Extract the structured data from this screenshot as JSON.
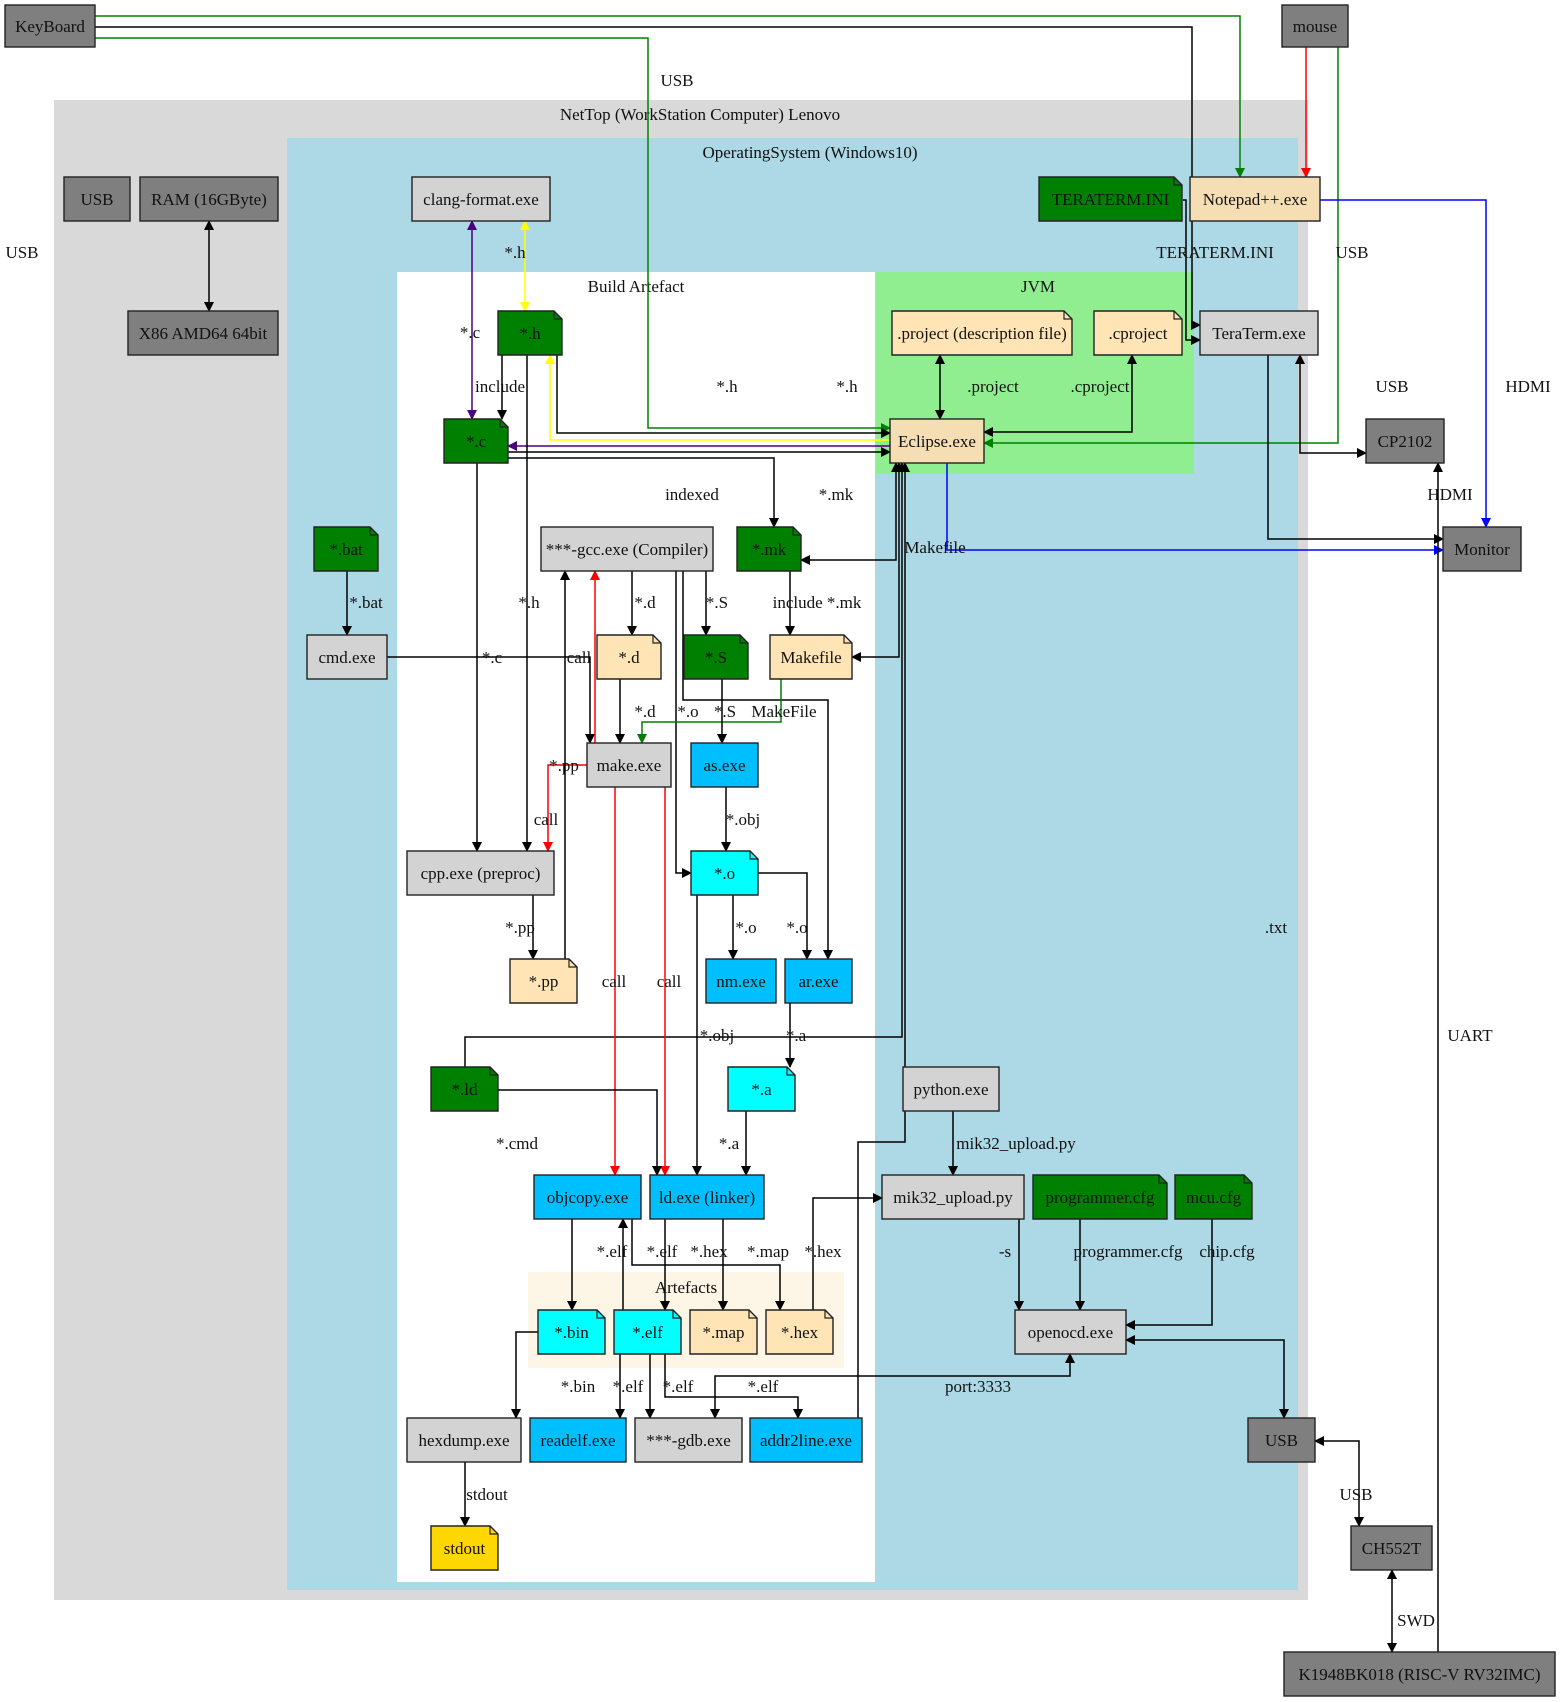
{
  "clusters": {
    "nettop": {
      "label": "NetTop (WorkStation Computer) Lenovo",
      "color": "#d9d9d9"
    },
    "os": {
      "label": "OperatingSystem (Windows10)",
      "color": "#add8e6"
    },
    "build": {
      "label": "Build Artefact",
      "color": "#ffffff"
    },
    "jvm": {
      "label": "JVM",
      "color": "#90ee90"
    },
    "artefacts": {
      "label": "Artefacts",
      "color": "#fdf5e6"
    }
  },
  "colors": {
    "hardware": "#7f7f7f",
    "exe_gray": "#d3d3d3",
    "source_green": "#008000",
    "config_wheat": "#ffe4b5",
    "tool_blue": "#00bfff",
    "object_cyan": "#00ffff",
    "stdout_gold": "#ffd700",
    "eclipse": "#f5deb3"
  },
  "nodes": {
    "keyboard": "KeyBoard",
    "mouse": "mouse",
    "usb_host": "USB",
    "ram": "RAM (16GByte)",
    "cpu": "X86 AMD64 64bit",
    "clang_format": "clang-format.exe",
    "teraterm_ini": "TERATERM.INI",
    "notepadpp": "Notepad++.exe",
    "h_file": "*.h",
    "c_file": "*.c",
    "project_file": ".project (description file)",
    "cproject_file": ".cproject",
    "teraterm": "TeraTerm.exe",
    "eclipse": "Eclipse.exe",
    "cp2102": "CP2102",
    "monitor": "Monitor",
    "bat_file": "*.bat",
    "gcc": "***-gcc.exe (Compiler)",
    "mk_file": "*.mk",
    "cmd": "cmd.exe",
    "d_file": "*.d",
    "s_file": "*.S",
    "makefile": "Makefile",
    "make": "make.exe",
    "as": "as.exe",
    "cpp": "cpp.exe (preproc)",
    "o_file": "*.o",
    "pp_file": "*.pp",
    "nm": "nm.exe",
    "ar": "ar.exe",
    "ld_file": "*.ld",
    "a_file": "*.a",
    "python": "python.exe",
    "objcopy": "objcopy.exe",
    "ld": "ld.exe (linker)",
    "mik32_upload": "mik32_upload.py",
    "programmer_cfg": "programmer.cfg",
    "mcu_cfg": "mcu.cfg",
    "bin_file": "*.bin",
    "elf_file": "*.elf",
    "map_file": "*.map",
    "hex_file": "*.hex",
    "openocd": "openocd.exe",
    "hexdump": "hexdump.exe",
    "readelf": "readelf.exe",
    "gdb": "***-gdb.exe",
    "addr2line": "addr2line.exe",
    "usb_dev": "USB",
    "stdout": "stdout",
    "ch552t": "CH552T",
    "mcu": "K1948BK018  (RISC-V RV32IMC)"
  },
  "edge_labels": {
    "usb_top": "USB",
    "usb_left": "USB",
    "teraterm_ini": "TERATERM.INI",
    "usb_right": "USB",
    "h_to_h": "*.h",
    "c_to_clang": "*.c",
    "include": "include",
    "h_eclipse_1": "*.h",
    "h_eclipse_2": "*.h",
    "project": ".project",
    "cproject": ".cproject",
    "usb_cp2102": "USB",
    "hdmi_right": "HDMI",
    "hdmi_cp": "HDMI",
    "indexed": "indexed",
    "mk": "*.mk",
    "makefile_lbl": "Makefile",
    "bat": "*.bat",
    "h_cpp": "*.h",
    "d_lbl": "*.d",
    "S_lbl": "*.S",
    "include_mk": "include *.mk",
    "c_cpp": "*.c",
    "call_cmd": "call",
    "d_make": "*.d",
    "o_lbl": "*.o",
    "S_as": "*.S",
    "makefile_make": "MakeFile",
    "pp_make": "*.pp",
    "call_cpp": "call",
    "obj_as": "*.obj",
    "pp_cpp": "*.pp",
    "o_nm": "*.o",
    "o_ar": "*.o",
    "call_objcopy": "call",
    "call_ld": "call",
    "txt": ".txt",
    "obj_ld": "*.obj",
    "a_ar": "*.a",
    "uart": "UART",
    "cmd_ld": "*.cmd",
    "a_ld": "*.a",
    "mik32_py": "mik32_upload.py",
    "elf_objcopy": "*.elf",
    "elf_ld": "*.elf",
    "hex_ld": "*.hex",
    "map_ld": "*.map",
    "hex_mik": "*.hex",
    "s_flag": "-s",
    "programmer_cfg": "programmer.cfg",
    "chip_cfg": "chip.cfg",
    "bin_hexdump": "*.bin",
    "elf_readelf": "*.elf",
    "elf_gdb": "*.elf",
    "elf_addr2line": "*.elf",
    "port": "port:3333",
    "stdout": "stdout",
    "usb_ch552": "USB",
    "swd": "SWD"
  }
}
